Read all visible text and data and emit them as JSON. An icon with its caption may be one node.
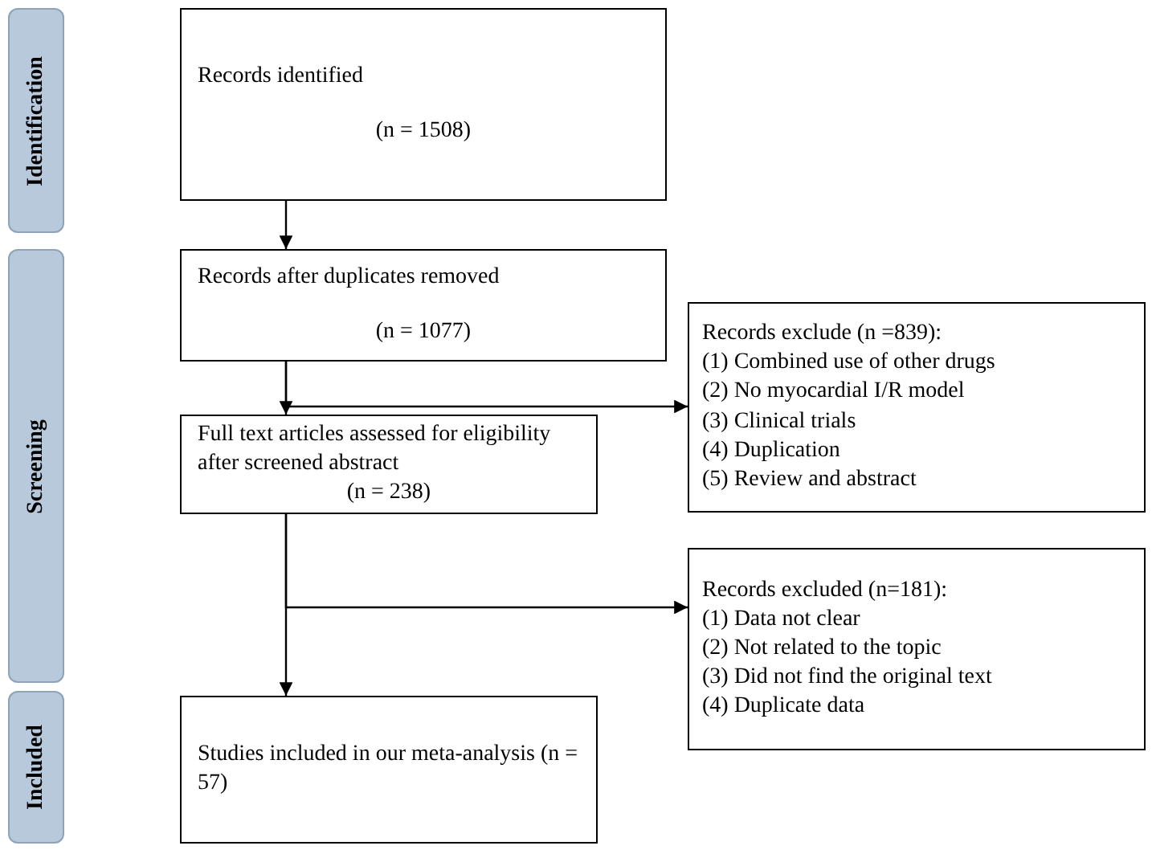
{
  "diagram": {
    "nodes": [
      {
        "text": [
          "Identification"
        ]
      },
      {
        "text": [
          "Records identified",
          "(n = 1508)"
        ]
      },
      {
        "text": [
          "Screening"
        ]
      },
      {
        "text": [
          "Records after duplicates removed",
          "(n = 1077)"
        ]
      },
      {
        "text": [
          "Records exclude (n =839):",
          "(1) Combined use of other drugs",
          "(2) No myocardial I/R model",
          "(3) Clinical trials",
          "(4) Duplication",
          "(5) Review and abstract"
        ]
      },
      {
        "text": [
          "Full text articles assessed for eligibility after screened abstract",
          "(n = 238)"
        ]
      },
      {
        "text": [
          "Records excluded (n=181):",
          "(1) Data not clear",
          "(2) Not related to the topic",
          "(3) Did not find the original text",
          "(4) Duplicate data"
        ]
      },
      {
        "text": [
          "Included"
        ]
      },
      {
        "text": [
          "Studies included in our meta-analysis (n = 57)"
        ]
      }
    ],
    "edges": [
      {
        "from": 1,
        "to": 3,
        "arrow": "to"
      },
      {
        "from": 3,
        "to": 5,
        "arrow": "to"
      },
      {
        "from": 3,
        "to": 4,
        "arrow": "to"
      },
      {
        "from": 5,
        "to": 8,
        "arrow": "to"
      },
      {
        "from": 5,
        "to": 6,
        "arrow": "to"
      }
    ]
  }
}
